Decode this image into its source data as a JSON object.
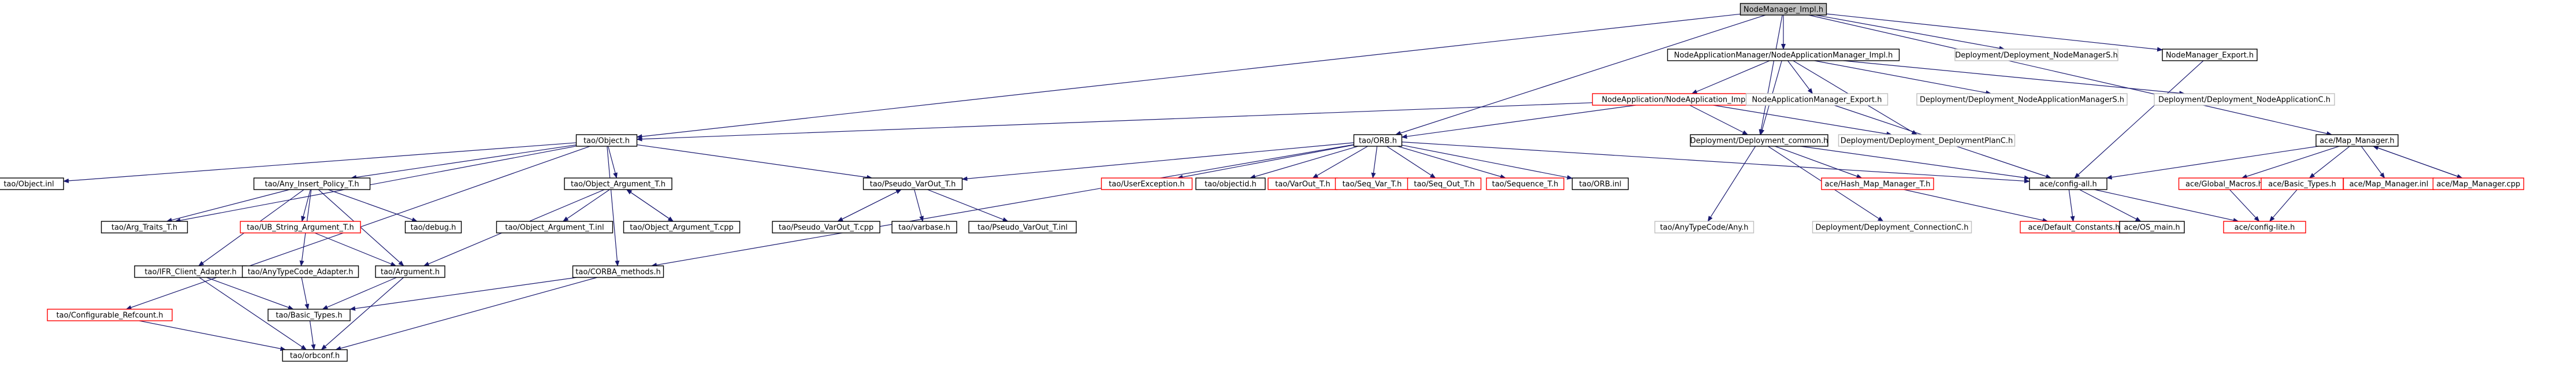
{
  "colors": {
    "background": "#ffffff",
    "edge": "#191970",
    "edge_dark_red": "#8b1a1a",
    "edge_gray": "#aaaaaa",
    "node_border_black": "#000000",
    "node_border_red": "#ff0000",
    "node_border_gray": "#bfbfbf",
    "root_fill": "#bfbfbf"
  },
  "nodes": [
    {
      "id": "root",
      "label": "NodeManager_Impl.h",
      "border": "black",
      "root": true
    },
    {
      "id": "nam_impl",
      "label": "NodeApplicationManager/NodeApplicationManager_Impl.h",
      "border": "black"
    },
    {
      "id": "dnm_s",
      "label": "Deployment/Deployment_NodeManagerS.h",
      "border": "gray"
    },
    {
      "id": "nm_export",
      "label": "NodeManager_Export.h",
      "border": "black"
    },
    {
      "id": "na_impl",
      "label": "NodeApplication/NodeApplication_Impl.h",
      "border": "red"
    },
    {
      "id": "nam_export",
      "label": "NodeApplicationManager_Export.h",
      "border": "gray"
    },
    {
      "id": "dnam_s",
      "label": "Deployment/Deployment_NodeApplicationManagerS.h",
      "border": "gray"
    },
    {
      "id": "dnac",
      "label": "Deployment/Deployment_NodeApplicationC.h",
      "border": "gray"
    },
    {
      "id": "tao_object",
      "label": "tao/Object.h",
      "border": "black"
    },
    {
      "id": "tao_orb",
      "label": "tao/ORB.h",
      "border": "black"
    },
    {
      "id": "dep_common",
      "label": "Deployment/Deployment_common.h",
      "border": "black"
    },
    {
      "id": "dep_plan",
      "label": "Deployment/Deployment_DeploymentPlanC.h",
      "border": "gray"
    },
    {
      "id": "ace_map_mgr",
      "label": "ace/Map_Manager.h",
      "border": "black"
    },
    {
      "id": "tao_object_inl",
      "label": "tao/Object.inl",
      "border": "black"
    },
    {
      "id": "tao_any_insert",
      "label": "tao/Any_Insert_Policy_T.h",
      "border": "black"
    },
    {
      "id": "tao_obj_arg_t",
      "label": "tao/Object_Argument_T.h",
      "border": "black"
    },
    {
      "id": "tao_pseudo_var",
      "label": "tao/Pseudo_VarOut_T.h",
      "border": "black"
    },
    {
      "id": "tao_user_exc",
      "label": "tao/UserException.h",
      "border": "red"
    },
    {
      "id": "tao_objectid",
      "label": "tao/objectid.h",
      "border": "black"
    },
    {
      "id": "tao_varout",
      "label": "tao/VarOut_T.h",
      "border": "red"
    },
    {
      "id": "tao_seq_var",
      "label": "tao/Seq_Var_T.h",
      "border": "red"
    },
    {
      "id": "tao_seq_out",
      "label": "tao/Seq_Out_T.h",
      "border": "red"
    },
    {
      "id": "tao_sequence",
      "label": "tao/Sequence_T.h",
      "border": "red"
    },
    {
      "id": "tao_orb_inl",
      "label": "tao/ORB.inl",
      "border": "black"
    },
    {
      "id": "ace_hash_map",
      "label": "ace/Hash_Map_Manager_T.h",
      "border": "red"
    },
    {
      "id": "ace_config_all",
      "label": "ace/config-all.h",
      "border": "black"
    },
    {
      "id": "ace_global_macros",
      "label": "ace/Global_Macros.h",
      "border": "red"
    },
    {
      "id": "ace_basic_types",
      "label": "ace/Basic_Types.h",
      "border": "red"
    },
    {
      "id": "ace_map_inl",
      "label": "ace/Map_Manager.inl",
      "border": "red"
    },
    {
      "id": "ace_map_cpp",
      "label": "ace/Map_Manager.cpp",
      "border": "red"
    },
    {
      "id": "tao_arg_traits",
      "label": "tao/Arg_Traits_T.h",
      "border": "black"
    },
    {
      "id": "tao_ub_string",
      "label": "tao/UB_String_Argument_T.h",
      "border": "red"
    },
    {
      "id": "tao_debug",
      "label": "tao/debug.h",
      "border": "black"
    },
    {
      "id": "tao_obj_arg_inl",
      "label": "tao/Object_Argument_T.inl",
      "border": "black"
    },
    {
      "id": "tao_obj_arg_cpp",
      "label": "tao/Object_Argument_T.cpp",
      "border": "black"
    },
    {
      "id": "tao_pseudo_cpp",
      "label": "tao/Pseudo_VarOut_T.cpp",
      "border": "black"
    },
    {
      "id": "tao_varbase",
      "label": "tao/varbase.h",
      "border": "black"
    },
    {
      "id": "tao_pseudo_inl",
      "label": "tao/Pseudo_VarOut_T.inl",
      "border": "black"
    },
    {
      "id": "tao_anytypecode_any",
      "label": "tao/AnyTypeCode/Any.h",
      "border": "gray"
    },
    {
      "id": "dep_connection",
      "label": "Deployment/Deployment_ConnectionC.h",
      "border": "gray"
    },
    {
      "id": "ace_default_constants",
      "label": "ace/Default_Constants.h",
      "border": "red"
    },
    {
      "id": "ace_os_main",
      "label": "ace/OS_main.h",
      "border": "black"
    },
    {
      "id": "ace_config_lite",
      "label": "ace/config-lite.h",
      "border": "red"
    },
    {
      "id": "tao_ifr_client",
      "label": "tao/IFR_Client_Adapter.h",
      "border": "black"
    },
    {
      "id": "tao_anytypecode_adapter",
      "label": "tao/AnyTypeCode_Adapter.h",
      "border": "black"
    },
    {
      "id": "tao_argument",
      "label": "tao/Argument.h",
      "border": "black"
    },
    {
      "id": "tao_corba_methods",
      "label": "tao/CORBA_methods.h",
      "border": "black"
    },
    {
      "id": "tao_configurable_refcount",
      "label": "tao/Configurable_Refcount.h",
      "border": "red"
    },
    {
      "id": "tao_basic_types",
      "label": "tao/Basic_Types.h",
      "border": "black"
    },
    {
      "id": "tao_orbconf",
      "label": "tao/orbconf.h",
      "border": "black"
    }
  ],
  "edges": [
    [
      "root",
      "nam_impl"
    ],
    [
      "root",
      "dnm_s"
    ],
    [
      "root",
      "nm_export"
    ],
    [
      "root",
      "tao_object"
    ],
    [
      "root",
      "tao_orb"
    ],
    [
      "root",
      "dep_common"
    ],
    [
      "root",
      "ace_map_mgr"
    ],
    [
      "nam_impl",
      "na_impl"
    ],
    [
      "nam_impl",
      "nam_export"
    ],
    [
      "nam_impl",
      "dnam_s"
    ],
    [
      "nam_impl",
      "dnac"
    ],
    [
      "nam_impl",
      "dep_common"
    ],
    [
      "nam_impl",
      "dep_plan"
    ],
    [
      "nm_export",
      "ace_config_all"
    ],
    [
      "nam_export",
      "ace_config_all"
    ],
    [
      "na_impl",
      "tao_object"
    ],
    [
      "na_impl",
      "tao_orb"
    ],
    [
      "na_impl",
      "dep_common"
    ],
    [
      "na_impl",
      "dep_plan"
    ],
    [
      "tao_object",
      "tao_object_inl"
    ],
    [
      "tao_object",
      "tao_any_insert"
    ],
    [
      "tao_object",
      "tao_obj_arg_t"
    ],
    [
      "tao_object",
      "tao_pseudo_var"
    ],
    [
      "tao_object",
      "tao_arg_traits"
    ],
    [
      "tao_object",
      "tao_corba_methods"
    ],
    [
      "tao_object",
      "tao_configurable_refcount"
    ],
    [
      "tao_orb",
      "tao_pseudo_var"
    ],
    [
      "tao_orb",
      "tao_user_exc"
    ],
    [
      "tao_orb",
      "tao_objectid"
    ],
    [
      "tao_orb",
      "tao_varout"
    ],
    [
      "tao_orb",
      "tao_seq_var"
    ],
    [
      "tao_orb",
      "tao_seq_out"
    ],
    [
      "tao_orb",
      "tao_sequence"
    ],
    [
      "tao_orb",
      "tao_orb_inl"
    ],
    [
      "tao_orb",
      "tao_corba_methods"
    ],
    [
      "tao_orb",
      "ace_config_all"
    ],
    [
      "dep_common",
      "tao_anytypecode_any"
    ],
    [
      "dep_common",
      "dep_connection"
    ],
    [
      "dep_common",
      "ace_hash_map"
    ],
    [
      "dep_common",
      "ace_config_all"
    ],
    [
      "ace_map_mgr",
      "ace_global_macros"
    ],
    [
      "ace_map_mgr",
      "ace_basic_types"
    ],
    [
      "ace_map_mgr",
      "ace_map_inl"
    ],
    [
      "ace_map_mgr",
      "ace_map_cpp"
    ],
    [
      "ace_map_mgr",
      "ace_config_all"
    ],
    [
      "ace_map_cpp",
      "ace_map_mgr"
    ],
    [
      "tao_any_insert",
      "tao_arg_traits"
    ],
    [
      "tao_any_insert",
      "tao_ub_string"
    ],
    [
      "tao_any_insert",
      "tao_debug"
    ],
    [
      "tao_any_insert",
      "tao_ifr_client"
    ],
    [
      "tao_any_insert",
      "tao_anytypecode_adapter"
    ],
    [
      "tao_any_insert",
      "tao_argument"
    ],
    [
      "tao_ub_string",
      "tao_argument"
    ],
    [
      "tao_obj_arg_t",
      "tao_obj_arg_inl"
    ],
    [
      "tao_obj_arg_t",
      "tao_obj_arg_cpp"
    ],
    [
      "tao_obj_arg_t",
      "tao_argument"
    ],
    [
      "tao_obj_arg_cpp",
      "tao_obj_arg_t"
    ],
    [
      "tao_pseudo_var",
      "tao_pseudo_cpp"
    ],
    [
      "tao_pseudo_var",
      "tao_varbase"
    ],
    [
      "tao_pseudo_var",
      "tao_pseudo_inl"
    ],
    [
      "tao_pseudo_cpp",
      "tao_pseudo_var"
    ],
    [
      "ace_hash_map",
      "ace_default_constants"
    ],
    [
      "ace_config_all",
      "ace_default_constants"
    ],
    [
      "ace_config_all",
      "ace_os_main"
    ],
    [
      "ace_config_all",
      "ace_config_lite"
    ],
    [
      "ace_global_macros",
      "ace_config_lite"
    ],
    [
      "ace_basic_types",
      "ace_config_lite"
    ],
    [
      "tao_ifr_client",
      "tao_basic_types"
    ],
    [
      "tao_ifr_client",
      "tao_orbconf"
    ],
    [
      "tao_anytypecode_adapter",
      "tao_basic_types"
    ],
    [
      "tao_argument",
      "tao_basic_types"
    ],
    [
      "tao_argument",
      "tao_orbconf"
    ],
    [
      "tao_corba_methods",
      "tao_basic_types"
    ],
    [
      "tao_corba_methods",
      "tao_orbconf"
    ],
    [
      "tao_configurable_refcount",
      "tao_orbconf"
    ],
    [
      "tao_basic_types",
      "tao_orbconf"
    ]
  ]
}
